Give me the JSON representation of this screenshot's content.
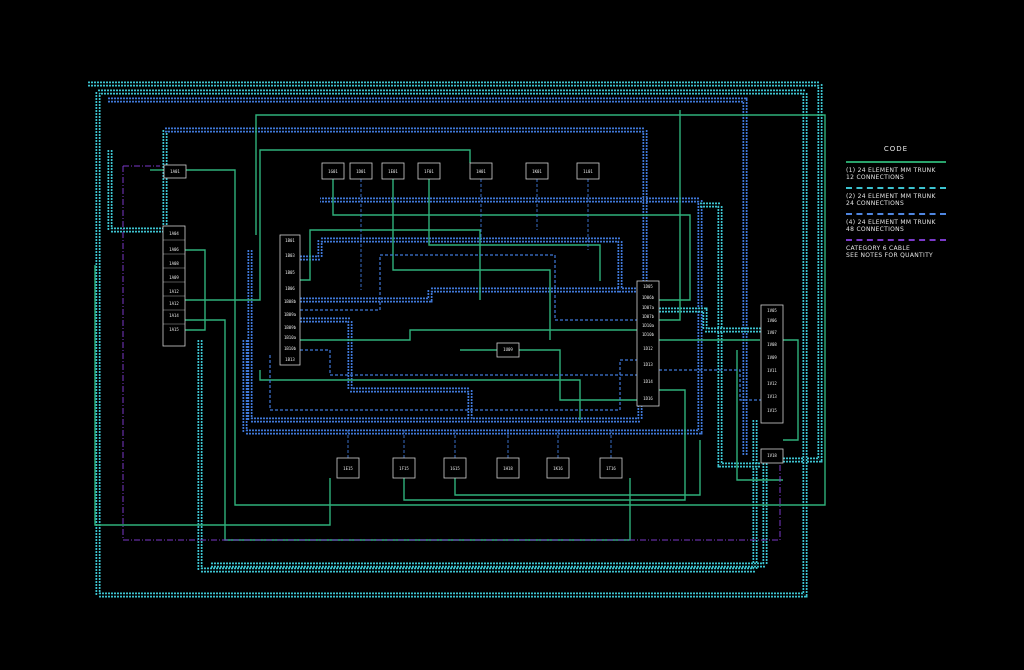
{
  "legend": {
    "title": "CODE",
    "items": [
      {
        "line1": "(1) 24 ELEMENT MM TRUNK",
        "line2": "12 CONNECTIONS",
        "color": "#29a36b"
      },
      {
        "line1": "(2) 24 ELEMENT MM TRUNK",
        "line2": "24 CONNECTIONS",
        "color": "#3cc3d0"
      },
      {
        "line1": "(4) 24 ELEMENT MM TRUNK",
        "line2": "48 CONNECTIONS",
        "color": "#4f86e0"
      },
      {
        "line1": "CATEGORY 6 CABLE",
        "line2": "SEE NOTES FOR QUANTITY",
        "color": "#7a39c9"
      }
    ]
  },
  "colors": {
    "background": "#000000",
    "trunk12": "#2fb07a",
    "trunk24": "#3cc3d0",
    "trunk48": "#3f78d8",
    "cat6": "#7a39c9",
    "node_border": "#d0d0d0"
  },
  "nodes": {
    "left_top": [
      "1A01"
    ],
    "left_column": [
      "1A04",
      "1A06",
      "1A08",
      "1A09",
      "1A12",
      "1A12",
      "1A14",
      "1A15"
    ],
    "top_row": [
      "1G01",
      "1D01",
      "1E01",
      "1F01",
      "1H01",
      "1K01",
      "1L01"
    ],
    "center_left_column": [
      "1B01",
      "1B03",
      "1B05",
      "1B06",
      "1B08b",
      "1B09a",
      "1B09b",
      "1B10a",
      "1B10b",
      "1B13"
    ],
    "center_node": [
      "1U09"
    ],
    "center_right_column": [
      "1D05",
      "1D06b",
      "1D07a",
      "1D07b",
      "1D10a",
      "1D10b",
      "1D12",
      "1D13",
      "1D14",
      "1D16"
    ],
    "right_column": [
      "1V05",
      "1V06",
      "1V07",
      "1V08",
      "1V09",
      "1V11",
      "1V12",
      "1V13",
      "1V15"
    ],
    "right_bottom": [
      "1V18"
    ],
    "bottom_row": [
      "1E15",
      "1F15",
      "1G15",
      "1H18",
      "1K16",
      "1T16"
    ]
  }
}
